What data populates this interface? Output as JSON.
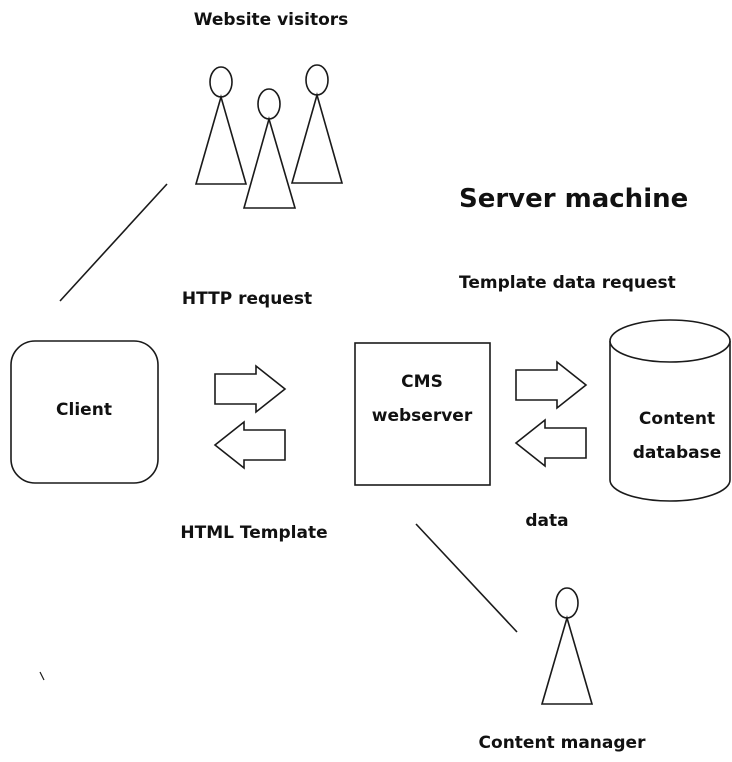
{
  "title": "Server machine",
  "groups": {
    "visitors": "Website visitors",
    "manager": "Content manager"
  },
  "nodes": {
    "client": "Client",
    "cms_line1": "CMS",
    "cms_line2": "webserver",
    "db_line1": "Content",
    "db_line2": "database"
  },
  "flows": {
    "http_request": "HTTP request",
    "html_template": "HTML Template",
    "template_data_request": "Template data request",
    "data": "data"
  },
  "colors": {
    "stroke": "#1a1a1a",
    "fill": "#ffffff",
    "text": "#111111"
  }
}
